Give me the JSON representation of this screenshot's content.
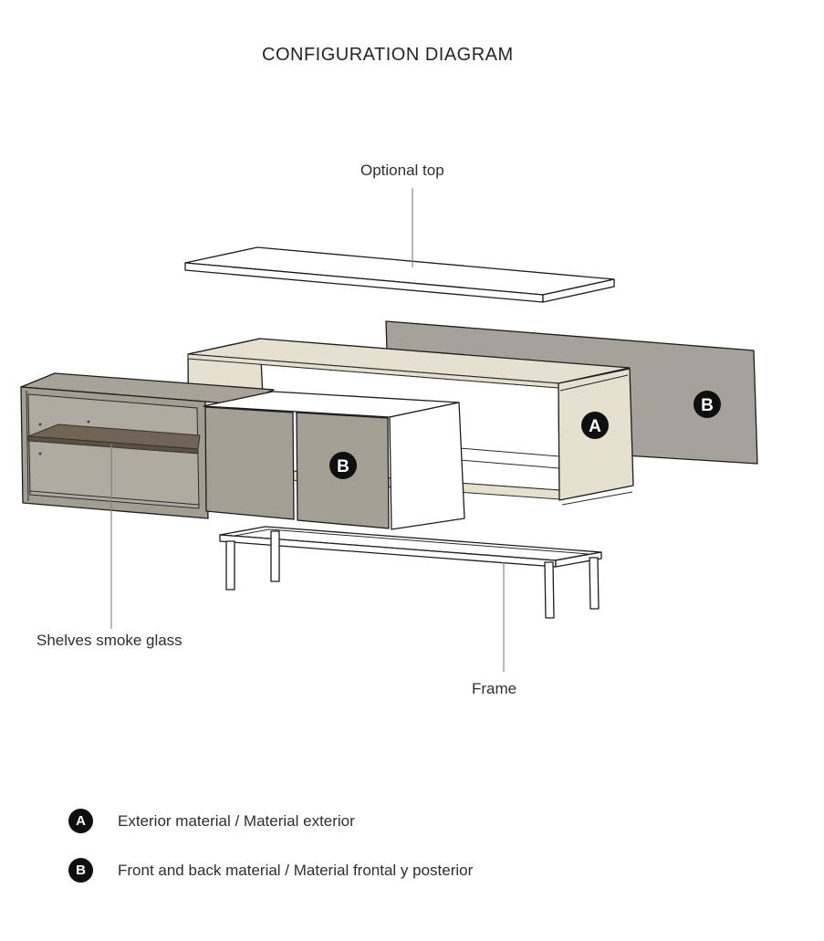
{
  "title": "CONFIGURATION DIAGRAM",
  "callouts": {
    "optional_top": "Optional top",
    "shelves": "Shelves smoke glass",
    "frame": "Frame"
  },
  "badges": {
    "a": "A",
    "b": "B"
  },
  "legend": [
    {
      "key": "A",
      "label": "Exterior material / Material exterior"
    },
    {
      "key": "B",
      "label": "Front and back material / Material frontal y posterior"
    }
  ],
  "parts": {
    "optional_top_panel": "optional top panel",
    "back_panel": "back panel",
    "cabinet_body": "exterior cabinet body",
    "doors_unit": "front and back doors unit",
    "shelf_cabinet": "open cabinet with smoke glass shelves",
    "base_frame": "base frame"
  },
  "colors": {
    "cream": "#e6e0d0",
    "gray_panel": "#a6a19a",
    "gray_door": "#a49f95",
    "gray_top": "#a8a399",
    "gray_interior": "#b0aba0",
    "shelf_brown": "#6f6455",
    "shelf_edge": "#5a5044",
    "badge_black": "#0f0f0f",
    "outline": "#1c1c1c",
    "text": "#2f2f2f",
    "leader_line": "#7f7f7f"
  }
}
